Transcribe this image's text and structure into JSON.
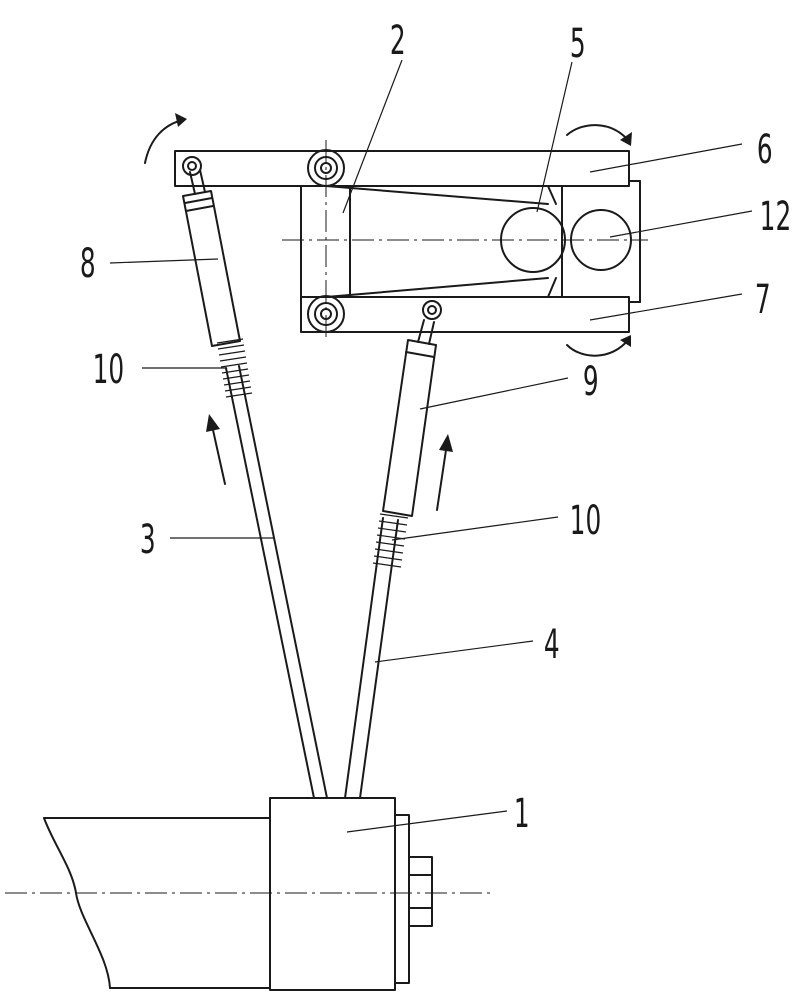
{
  "labels": {
    "l1": "1",
    "l2": "2",
    "l3": "3",
    "l4": "4",
    "l5": "5",
    "l6": "6",
    "l7": "7",
    "l8": "8",
    "l9": "9",
    "l10a": "10",
    "l10b": "10",
    "l12": "12"
  }
}
